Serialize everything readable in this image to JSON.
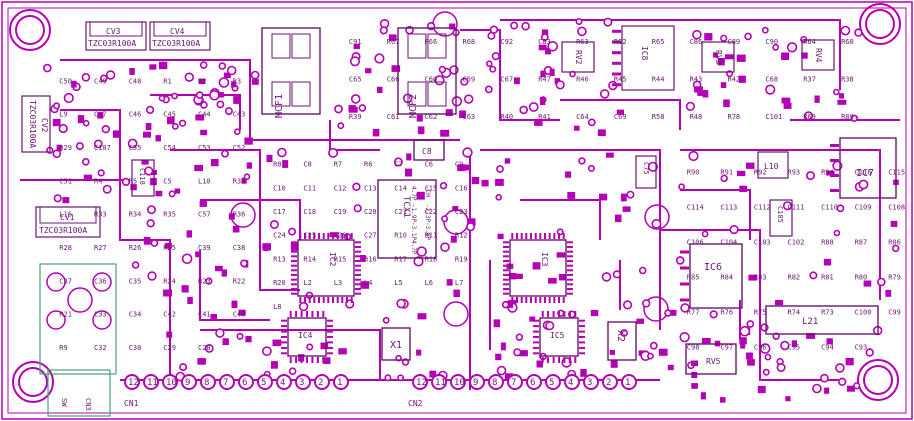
{
  "colors": {
    "trace": "#b400b4",
    "silk": "#6a1670",
    "pad": "#b400b4",
    "board_bg": "#ffffff",
    "copper_blue": "#2a4aa0",
    "green_outline": "#4aa07a"
  },
  "connectors": {
    "cn1": "CN1",
    "cn2": "CN2",
    "cn3": "CN3",
    "cn1_pins": [
      "12",
      "11",
      "10",
      "9",
      "8",
      "7",
      "6",
      "5",
      "4",
      "3",
      "2",
      "1"
    ],
    "cn2_pins": [
      "12",
      "11",
      "10",
      "9",
      "8",
      "7",
      "6",
      "5",
      "4",
      "3",
      "2",
      "1"
    ]
  },
  "components": {
    "cv3": "CV3",
    "cv3_part": "TZC03R100A",
    "cv4": "CV4",
    "cv4_part": "TZC03R100A",
    "cv1": "CV1",
    "cv1_part": "TZC03R100A",
    "cv2_part": "TZC03R100A",
    "cv2": "CV2",
    "mcf1": "MCF1",
    "mcf2": "MCF2",
    "tcx1": "TCX1",
    "x1": "X1",
    "x2": "X2",
    "ic4": "IC4",
    "ic5": "IC5",
    "ic6": "IC6",
    "ic7": "IC7",
    "ic8": "IC8",
    "ic9": "IC9",
    "ic1": "IC1",
    "ic2": "IC2",
    "ic3": "IC3",
    "l21": "L21",
    "rv1": "RV1",
    "rv2": "RV2",
    "rv3": "RV3",
    "rv4": "RV4",
    "rv5": "RV5",
    "c8": "C8",
    "l3": "L3",
    "l1": "L1",
    "sw": "SW",
    "c118": "C118",
    "l10": "L10",
    "c105": "C105",
    "c75": "C75",
    "c119": "C119",
    "l16": "L16",
    "l14": "L14",
    "jp_labels": [
      "4.7P",
      "-CH",
      "-1.9P",
      "-2.3P",
      "-3.1P",
      "-3.0P",
      "4.7P"
    ],
    "refs_top": [
      "C91",
      "R67",
      "R66",
      "R68",
      "C92",
      "C83",
      "R63",
      "R62",
      "R65",
      "C86",
      "C89",
      "C90",
      "R64",
      "R60",
      "C65",
      "C66",
      "C60",
      "C59",
      "C67",
      "R47",
      "R46",
      "R45",
      "R44",
      "R43",
      "R42",
      "C68",
      "R37",
      "R38",
      "R39",
      "C61",
      "C62",
      "C63",
      "R40",
      "R41",
      "C64",
      "C69",
      "R58",
      "R48",
      "R78",
      "C101",
      "R69",
      "R89"
    ],
    "refs_left": [
      "C50",
      "C49",
      "C48",
      "R1",
      "R2",
      "R3",
      "L9",
      "C47",
      "C46",
      "C45",
      "C44",
      "C43",
      "R29",
      "C107",
      "C55",
      "C54",
      "C53",
      "C52",
      "C51",
      "R4",
      "R5",
      "C5",
      "L10",
      "R30",
      "L16",
      "R33",
      "R34",
      "R35",
      "C57",
      "R36",
      "R28",
      "R27",
      "R26",
      "R25",
      "C39",
      "C38",
      "C37",
      "C36",
      "C35",
      "R24",
      "R23",
      "R22",
      "R21",
      "C33",
      "C34",
      "C42",
      "C41",
      "C40",
      "R9",
      "C32",
      "C30",
      "C29",
      "C28"
    ],
    "refs_mid": [
      "R8",
      "C8",
      "R7",
      "R6",
      "C7",
      "C6",
      "C9",
      "C10",
      "C11",
      "C12",
      "C13",
      "C14",
      "C15",
      "C16",
      "C17",
      "C18",
      "C19",
      "C20",
      "C21",
      "C22",
      "C23",
      "C24",
      "C25",
      "C26",
      "C27",
      "R10",
      "R11",
      "R12",
      "R13",
      "R14",
      "R15",
      "R16",
      "R17",
      "R18",
      "R19",
      "R20",
      "L2",
      "L3",
      "L4",
      "L5",
      "L6",
      "L7",
      "L8"
    ],
    "refs_right": [
      "R90",
      "R91",
      "R92",
      "R93",
      "R94",
      "C116",
      "C115",
      "C114",
      "C113",
      "C112",
      "C111",
      "C110",
      "C109",
      "C108",
      "C106",
      "C104",
      "C103",
      "C102",
      "R88",
      "R87",
      "R86",
      "R85",
      "R84",
      "R83",
      "R82",
      "R81",
      "R80",
      "R79",
      "R77",
      "R76",
      "R75",
      "R74",
      "R73",
      "C100",
      "C99",
      "C98",
      "C97",
      "C96",
      "C95",
      "C94",
      "C93"
    ]
  }
}
